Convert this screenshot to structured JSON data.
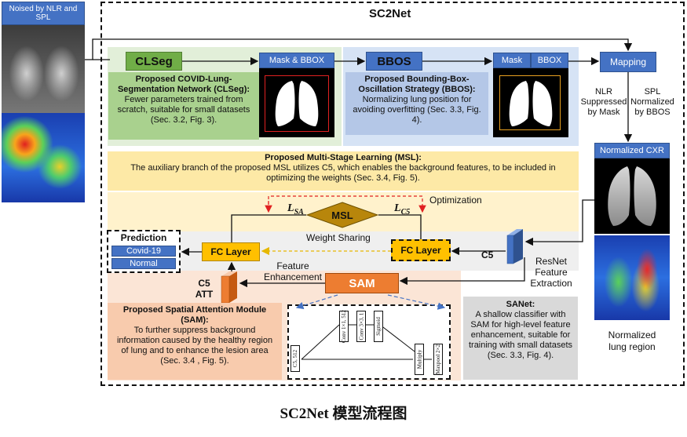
{
  "diagram": {
    "title": "SC2Net",
    "caption": "SC2Net 模型流程图",
    "input": {
      "label": "Noised by NLR and SPL"
    },
    "clseg": {
      "tag": "CLSeg",
      "desc_title": "Proposed COVID-Lung-Segmentation Network (CLSeg):",
      "desc_body": "Fewer parameters trained from scratch, suitable for small datasets (Sec. 3.2, Fig. 3)."
    },
    "mask_bbox": {
      "label": "Mask & BBOX"
    },
    "bbos": {
      "tag": "BBOS",
      "desc_title": "Proposed Bounding-Box-Oscillation Strategy (BBOS):",
      "desc_body": "Normalizing lung position for avoiding overfitting (Sec. 3.3, Fig. 4)."
    },
    "mask_label": "Mask",
    "bbox_label": "BBOX",
    "mapping": {
      "label": "Mapping"
    },
    "mapping_notes": {
      "left": "NLR Suppressed by Mask",
      "right": "SPL Normalized by BBOS"
    },
    "normalized_cxr": {
      "label": "Normalized CXR"
    },
    "normalized_lung": {
      "label": "Normalized lung region"
    },
    "msl": {
      "desc_title": "Proposed Multi-Stage Learning (MSL):",
      "desc_body": "The auxiliary branch of the proposed MSL utilizes C5, which enables the background features, to be included in optimizing the weights (Sec. 3.4, Fig. 5).",
      "diamond": "MSL",
      "l_sa": "L",
      "l_sa_sub": "SA",
      "l_c5": "L",
      "l_c5_sub": "C5",
      "optimization": "Optimization",
      "weight_sharing": "Weight Sharing"
    },
    "prediction": {
      "title": "Prediction",
      "classes": [
        "Covid-19",
        "Normal"
      ]
    },
    "fc_left": "FC Layer",
    "fc_right": "FC Layer",
    "c5": "C5",
    "resnet": "ResNet Feature Extraction",
    "feature_enhancement": "Feature Enhancement",
    "c5_att": "C5 ATT",
    "sam": {
      "tag": "SAM",
      "desc_title": "Proposed Spatial Attention Module (SAM):",
      "desc_body": "To further suppress background information caused by the healthy region of lung and to enhance the lesion area (Sec. 3.4 , Fig. 5).",
      "blocks": [
        "C5, 512",
        "Conv 1×1, 512",
        "Conv 3×3, 1",
        "Sigmoid",
        "Multiply",
        "Maxpool 2×2"
      ]
    },
    "sanet": {
      "title": "SANet:",
      "body": "A shallow classifier with SAM for high-level feature enhancement, suitable for training with small datasets (Sec. 3.3, Fig. 4)."
    }
  }
}
